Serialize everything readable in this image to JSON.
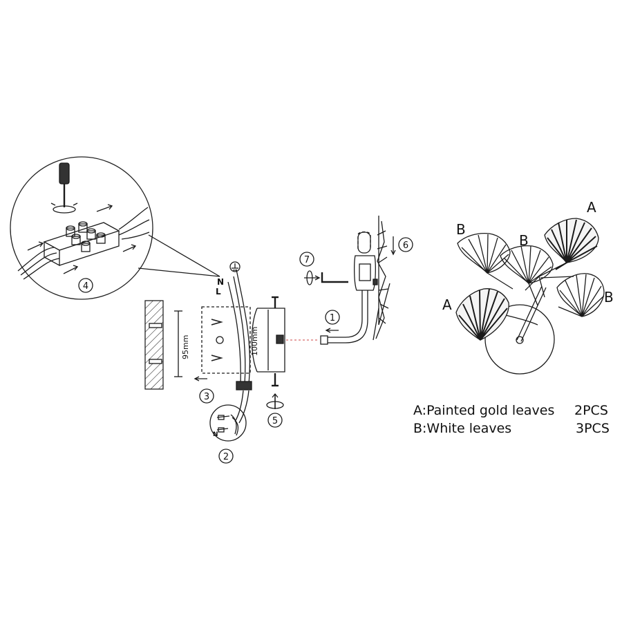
{
  "steps": [
    "1",
    "2",
    "3",
    "4",
    "5",
    "6",
    "7"
  ],
  "dimensions": {
    "bracket_height": "95mm",
    "box_height": "100mm"
  },
  "wire_labels": {
    "neutral": "N",
    "live": "L"
  },
  "leaf_labels": {
    "gold": "A",
    "white": "B"
  },
  "legend": [
    {
      "text": "A:Painted gold leaves",
      "qty": "2PCS"
    },
    {
      "text": "B:White leaves",
      "qty": "3PCS"
    }
  ]
}
